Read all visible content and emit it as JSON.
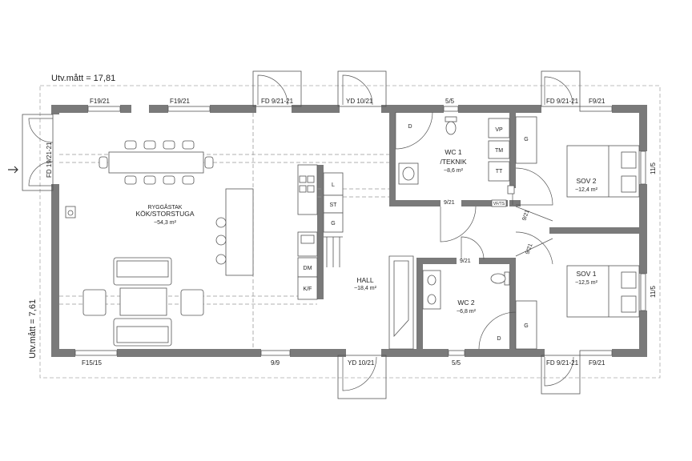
{
  "dimensions": {
    "width_label": "Utv.mått = 17,81",
    "height_label": "Utv.mått = 7,61"
  },
  "rooms": {
    "kitchen_top": "RYGGÅSTAK",
    "kitchen_name": "KÖK/STORSTUGA",
    "kitchen_area": "~54,3 m²",
    "hall_name": "HALL",
    "hall_area": "~18,4 m²",
    "wc1_name": "WC 1",
    "wc1_sub": "/TEKNIK",
    "wc1_area": "~8,6 m²",
    "wc2_name": "WC 2",
    "wc2_area": "~6,8 m²",
    "sov1_name": "SOV 1",
    "sov1_area": "~12,5 m²",
    "sov2_name": "SOV 2",
    "sov2_area": "~12,4 m²"
  },
  "openings": {
    "f19_a": "F19/21",
    "f19_b": "F19/21",
    "fd_top_left": "FD 9/21-21",
    "yd_top": "YD 10/21",
    "w55_top": "5/5",
    "fd_top_right": "FD 9/21-21",
    "f9_top": "F9/21",
    "fd_left": "FD 19/21-21",
    "f15": "F15/15",
    "w99": "9/9",
    "yd_bottom": "YD 10/21",
    "w55_bottom": "5/5",
    "fd_bottom_right": "FD 9/21-21",
    "f9_bottom": "F9/21",
    "w115_a": "11/5",
    "w115_b": "11/5",
    "d921_wc1": "9/21",
    "d921_wc2": "9/21",
    "d921_sov2": "9/21",
    "d921_sov1": "9/21"
  },
  "fixtures": {
    "l": "L",
    "st": "ST",
    "g_kitchen": "G",
    "dm": "DM",
    "kf": "K/F",
    "vp": "VP",
    "tm": "TM",
    "tt": "TT",
    "vf_ts": "VF/TS",
    "d_wc1": "D",
    "d_wc2": "D",
    "g_sov2": "G",
    "g_sov1": "G"
  }
}
